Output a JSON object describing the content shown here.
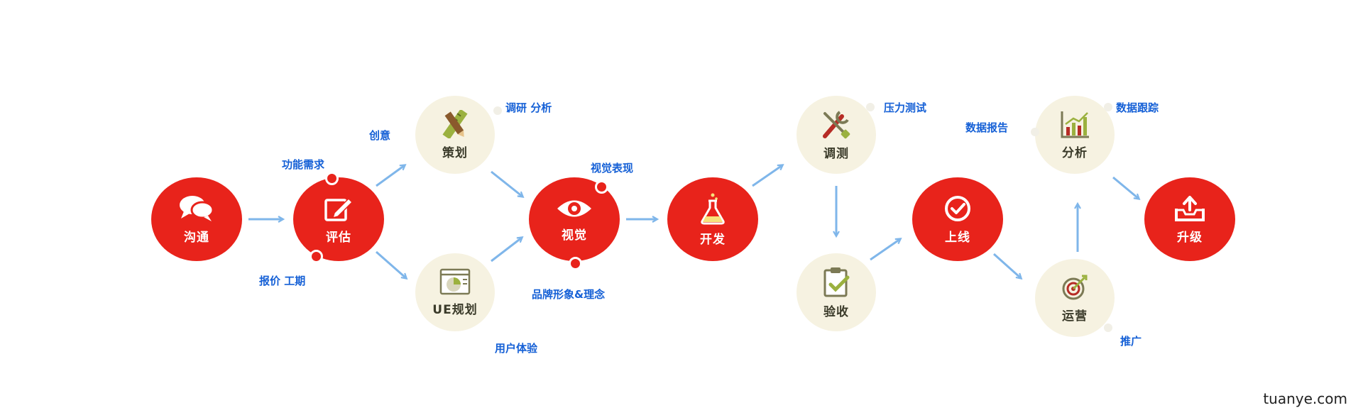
{
  "colors": {
    "red": "#e8231b",
    "beige": "#f6f2e1",
    "note": "#1560d6",
    "arrow": "#7fb6ea"
  },
  "nodes": {
    "goutong": {
      "label": "沟通",
      "icon": "chat-bubbles-icon"
    },
    "pinggu": {
      "label": "评估",
      "icon": "edit-pencil-icon"
    },
    "cehua": {
      "label": "策划",
      "icon": "pencil-ruler-icon"
    },
    "ue": {
      "label": "UE规划",
      "icon": "browser-chart-icon"
    },
    "shijue": {
      "label": "视觉",
      "icon": "eye-icon"
    },
    "kaifa": {
      "label": "开发",
      "icon": "flask-icon"
    },
    "tiaoce": {
      "label": "调测",
      "icon": "tools-icon"
    },
    "yanshou": {
      "label": "验收",
      "icon": "clipboard-check-icon"
    },
    "shangxian": {
      "label": "上线",
      "icon": "check-circle-icon"
    },
    "yunying": {
      "label": "运营",
      "icon": "target-icon"
    },
    "fenxi": {
      "label": "分析",
      "icon": "bar-chart-icon"
    },
    "shengji": {
      "label": "升级",
      "icon": "upload-tray-icon"
    }
  },
  "notes": {
    "gongneng": "功能需求",
    "baojia": "报价 工期",
    "chuangyi": "创意",
    "tiaoyan": "调研 分析",
    "yonghu": "用户体验",
    "shijuebiaoxian": "视觉表现",
    "pinpai": "品牌形象&理念",
    "yali": "压力测试",
    "shujubaogao": "数据报告",
    "shujugenzong": "数据跟踪",
    "tuiguang": "推广"
  },
  "brand": "tuanye.com"
}
